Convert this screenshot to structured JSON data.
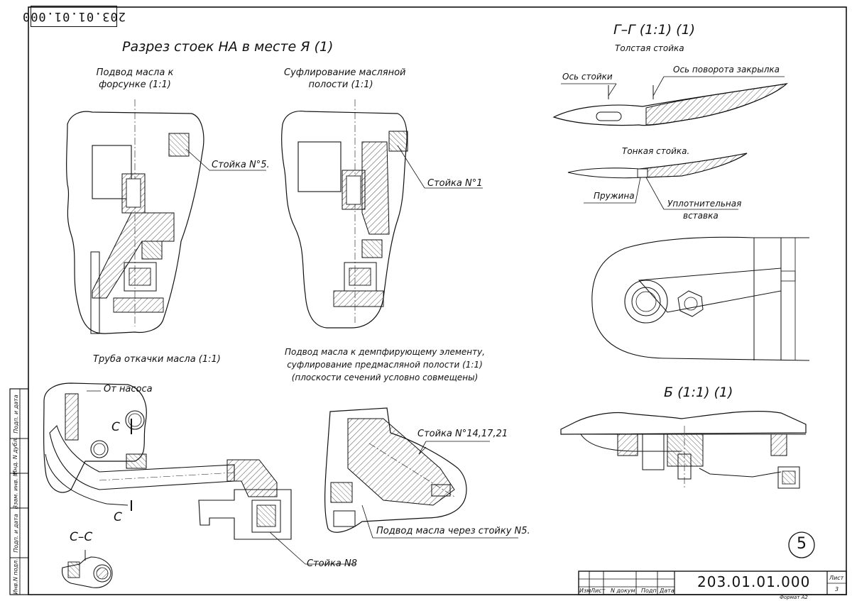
{
  "stamp_code": "203.01.01.000",
  "main_title": "Разрез стоек НА в месте Я (1)",
  "views": {
    "oil_to_injector": {
      "line1": "Подвод масла к",
      "line2": "форсунке (1:1)",
      "strut_label": "Стойка N°5."
    },
    "oil_cavity_blow": {
      "line1": "Суфлирование масляной",
      "line2": "полости (1:1)",
      "strut_label": "Стойка N°1"
    },
    "section_gg": {
      "title": "Г–Г (1:1) (1)",
      "thick_strut": "Толстая стойка",
      "strut_axis": "Ось стойки",
      "flap_axis": "Ось поворота закрылка",
      "thin_strut": "Тонкая стойка.",
      "spring": "Пружина",
      "seal_insert_line1": "Уплотнительная",
      "seal_insert_line2": "вставка"
    },
    "oil_pump_tube": {
      "title": "Труба откачки масла (1:1)",
      "from_pump": "От насоса",
      "cut_mark_top": "С",
      "cut_mark_bottom": "С",
      "strut_label": "Стойка N8"
    },
    "damper_feed": {
      "line1": "Подвод масла к демпфирующему элементу,",
      "line2": "суфлирование предмасляной полости (1:1)",
      "line3": "(плоскости сечений условно совмещены)",
      "strut_label": "Стойка N°14,17,21",
      "oil_through_strut": "Подвод масла через стойку N5."
    },
    "section_cc": {
      "title": "С–С"
    },
    "view_b": {
      "title": "Б (1:1) (1)"
    }
  },
  "sheet_number_circle": "5",
  "side_strip": [
    "Подп. и дата",
    "Инд. N дубл.",
    "Взам. инв. N",
    "Подп. и дата",
    "Инв.N подл."
  ],
  "title_block": {
    "code": "203.01.01.000",
    "cols": [
      "Изм",
      "Лист",
      "N докум",
      "Подп",
      "Дата"
    ],
    "sheet_label": "Лист",
    "sheet_value": "3",
    "format": "Формат А2"
  }
}
